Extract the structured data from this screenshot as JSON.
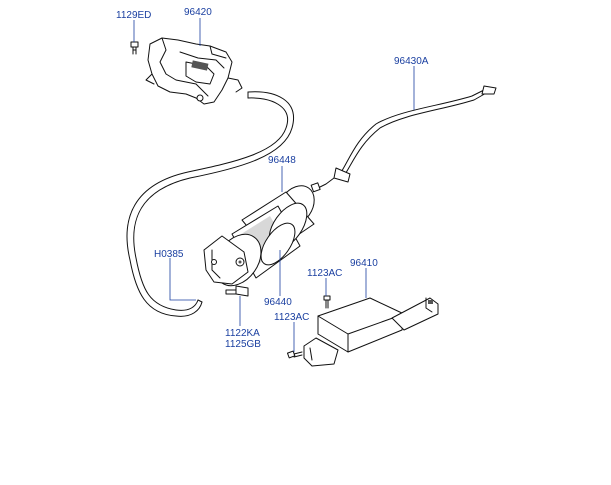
{
  "colors": {
    "label": "#1a3fa0",
    "line_art": "#111111",
    "background": "#ffffff"
  },
  "labels": {
    "p1129ED": "1129ED",
    "p96420": "96420",
    "p96430A": "96430A",
    "p96448": "96448",
    "pH0385": "H0385",
    "p96410": "96410",
    "p1123AC_a": "1123AC",
    "p1123AC_b": "1123AC",
    "p96440": "96440",
    "p1122KA": "1122KA",
    "p1125GB": "1125GB"
  }
}
